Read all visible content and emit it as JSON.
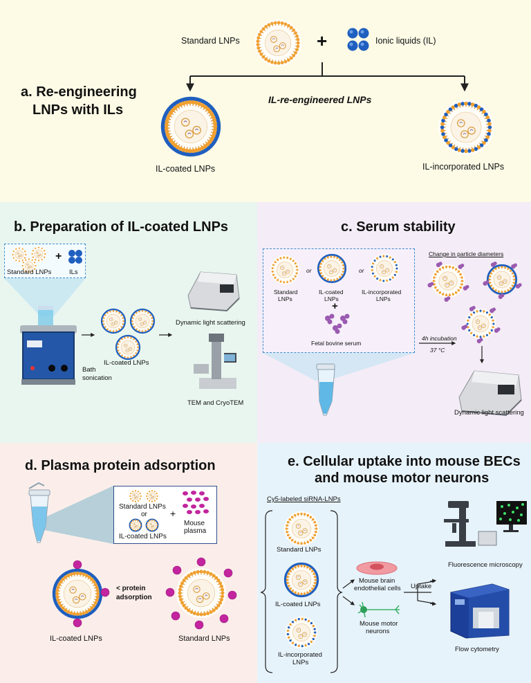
{
  "colors": {
    "panel_a_bg": "#fdfbe6",
    "panel_b_bg": "#e9f6ef",
    "panel_c_bg": "#f4ecf6",
    "panel_d_bg": "#fbeeea",
    "panel_e_bg": "#e7f3fb",
    "il_blue": "#1f5fbf",
    "lipid_orange": "#f0a030",
    "plasma_magenta": "#c2259e",
    "serum_purple": "#9a5bb0"
  },
  "panel_a": {
    "title_line1": "a. Re-engineering",
    "title_line2": "LNPs with ILs",
    "standard_label": "Standard LNPs",
    "plus": "+",
    "il_label": "Ionic liquids (IL)",
    "center_label": "IL-re-engineered LNPs",
    "coated_label": "IL-coated LNPs",
    "incorporated_label": "IL-incorporated LNPs"
  },
  "panel_b": {
    "title": "b. Preparation of IL-coated LNPs",
    "standard_label": "Standard LNPs",
    "ils_label": "ILs",
    "plus": "+",
    "sonication_line1": "Bath",
    "sonication_line2": "sonication",
    "coated_label": "IL-coated LNPs",
    "dls_label": "Dynamic light scattering",
    "tem_label": "TEM and CryoTEM"
  },
  "panel_c": {
    "title": "c. Serum stability",
    "standard_line1": "Standard",
    "standard_line2": "LNPs",
    "or1": "or",
    "coated_line1": "IL-coated",
    "coated_line2": "LNPs",
    "or2": "or",
    "incorporated_line1": "IL-incorporated",
    "incorporated_line2": "LNPs",
    "plus": "+",
    "fbs_label": "Fetal bovine serum",
    "incubation_label": "4h incubation",
    "temp_label": "37 °C",
    "change_label": "Change in particle diameters",
    "dls_label": "Dynamic light scattering"
  },
  "panel_d": {
    "title": "d. Plasma protein adsorption",
    "standard_label": "Standard LNPs",
    "or": "or",
    "coated_label": "IL-coated LNPs",
    "plus": "+",
    "plasma_line1": "Mouse",
    "plasma_line2": "plasma",
    "adsorption_line1": "< protein",
    "adsorption_line2": "adsorption",
    "bottom_coated_label": "IL-coated LNPs",
    "bottom_standard_label": "Standard LNPs"
  },
  "panel_e": {
    "title_line1": "e. Cellular uptake into mouse BECs",
    "title_line2": "and mouse motor neurons",
    "cy5_label": "Cy5-labeled siRNA-LNPs",
    "standard_label": "Standard LNPs",
    "coated_label": "IL-coated LNPs",
    "incorporated_line1": "IL-incorporated",
    "incorporated_line2": "LNPs",
    "bec_line1": "Mouse brain",
    "bec_line2": "endothelial cells",
    "neuron_line1": "Mouse motor",
    "neuron_line2": "neurons",
    "uptake_label": "Uptake",
    "microscopy_label": "Fluorescence microscopy",
    "flow_label": "Flow cytometry"
  }
}
